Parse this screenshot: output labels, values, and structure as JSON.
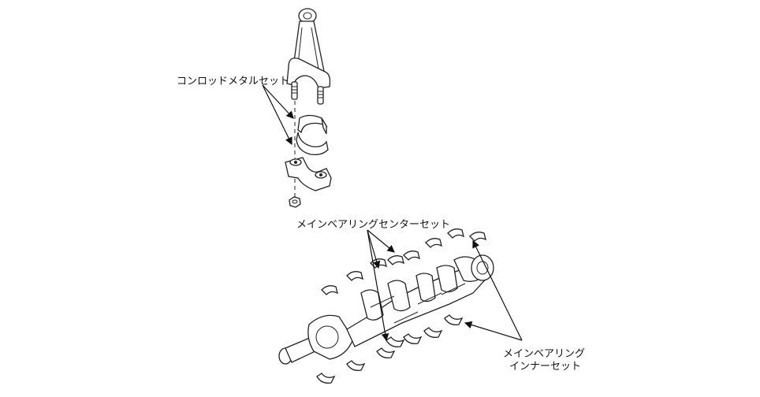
{
  "labels": {
    "conrod_metal_set": "コンロッドメタルセット",
    "main_bearing_center_set": "メインベアリングセンターセット",
    "main_bearing_inner_set_line1": "メインベアリング",
    "main_bearing_inner_set_line2": "インナーセット"
  }
}
